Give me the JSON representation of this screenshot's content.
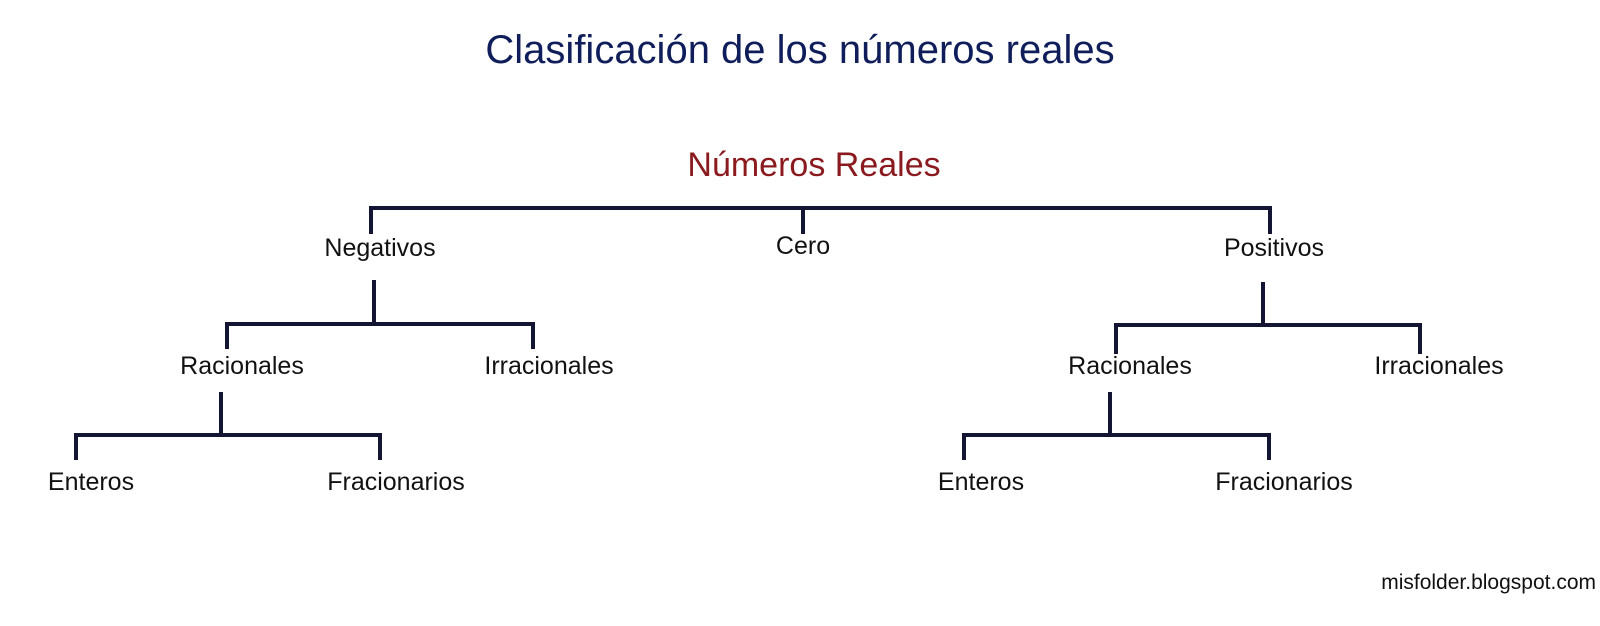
{
  "title": "Clasificación de los números reales",
  "colors": {
    "title": "#0f1e5a",
    "root": "#8b1a1f",
    "text": "#111111",
    "lines": "#141433"
  },
  "tree": {
    "root": "Números Reales",
    "level1": {
      "negativos": "Negativos",
      "cero": "Cero",
      "positivos": "Positivos"
    },
    "negativos": {
      "racionales": "Racionales",
      "irracionales": "Irracionales",
      "racionales_children": {
        "enteros": "Enteros",
        "fracionarios": "Fracionarios"
      }
    },
    "positivos": {
      "racionales": "Racionales",
      "irracionales": "Irracionales",
      "racionales_children": {
        "enteros": "Enteros",
        "fracionarios": "Fracionarios"
      }
    }
  },
  "footer": "misfolder.blogspot.com"
}
